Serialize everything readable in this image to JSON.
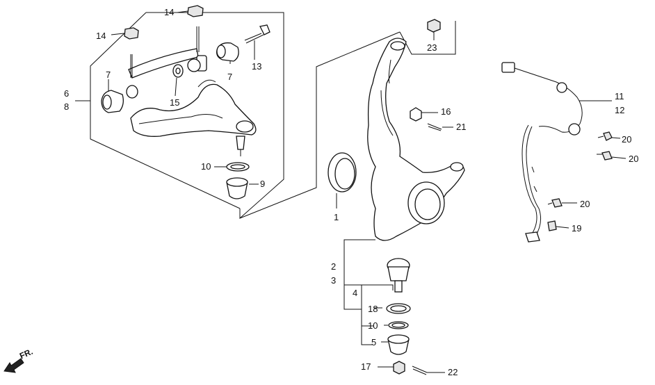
{
  "diagram": {
    "callouts": [
      {
        "id": "c14a",
        "text": "14"
      },
      {
        "id": "c14b",
        "text": "14"
      },
      {
        "id": "c7a",
        "text": "7"
      },
      {
        "id": "c7b",
        "text": "7"
      },
      {
        "id": "c13",
        "text": "13"
      },
      {
        "id": "c6",
        "text": "6"
      },
      {
        "id": "c8",
        "text": "8"
      },
      {
        "id": "c15",
        "text": "15"
      },
      {
        "id": "c10a",
        "text": "10"
      },
      {
        "id": "c9",
        "text": "9"
      },
      {
        "id": "c23",
        "text": "23"
      },
      {
        "id": "c16",
        "text": "16"
      },
      {
        "id": "c21",
        "text": "21"
      },
      {
        "id": "c1",
        "text": "1"
      },
      {
        "id": "c11",
        "text": "11"
      },
      {
        "id": "c12",
        "text": "12"
      },
      {
        "id": "c20a",
        "text": "20"
      },
      {
        "id": "c20b",
        "text": "20"
      },
      {
        "id": "c20c",
        "text": "20"
      },
      {
        "id": "c19",
        "text": "19"
      },
      {
        "id": "c2",
        "text": "2"
      },
      {
        "id": "c3",
        "text": "3"
      },
      {
        "id": "c4",
        "text": "4"
      },
      {
        "id": "c18",
        "text": "18"
      },
      {
        "id": "c10b",
        "text": "10"
      },
      {
        "id": "c5",
        "text": "5"
      },
      {
        "id": "c17",
        "text": "17"
      },
      {
        "id": "c22",
        "text": "22"
      }
    ],
    "direction_label": "FR."
  }
}
